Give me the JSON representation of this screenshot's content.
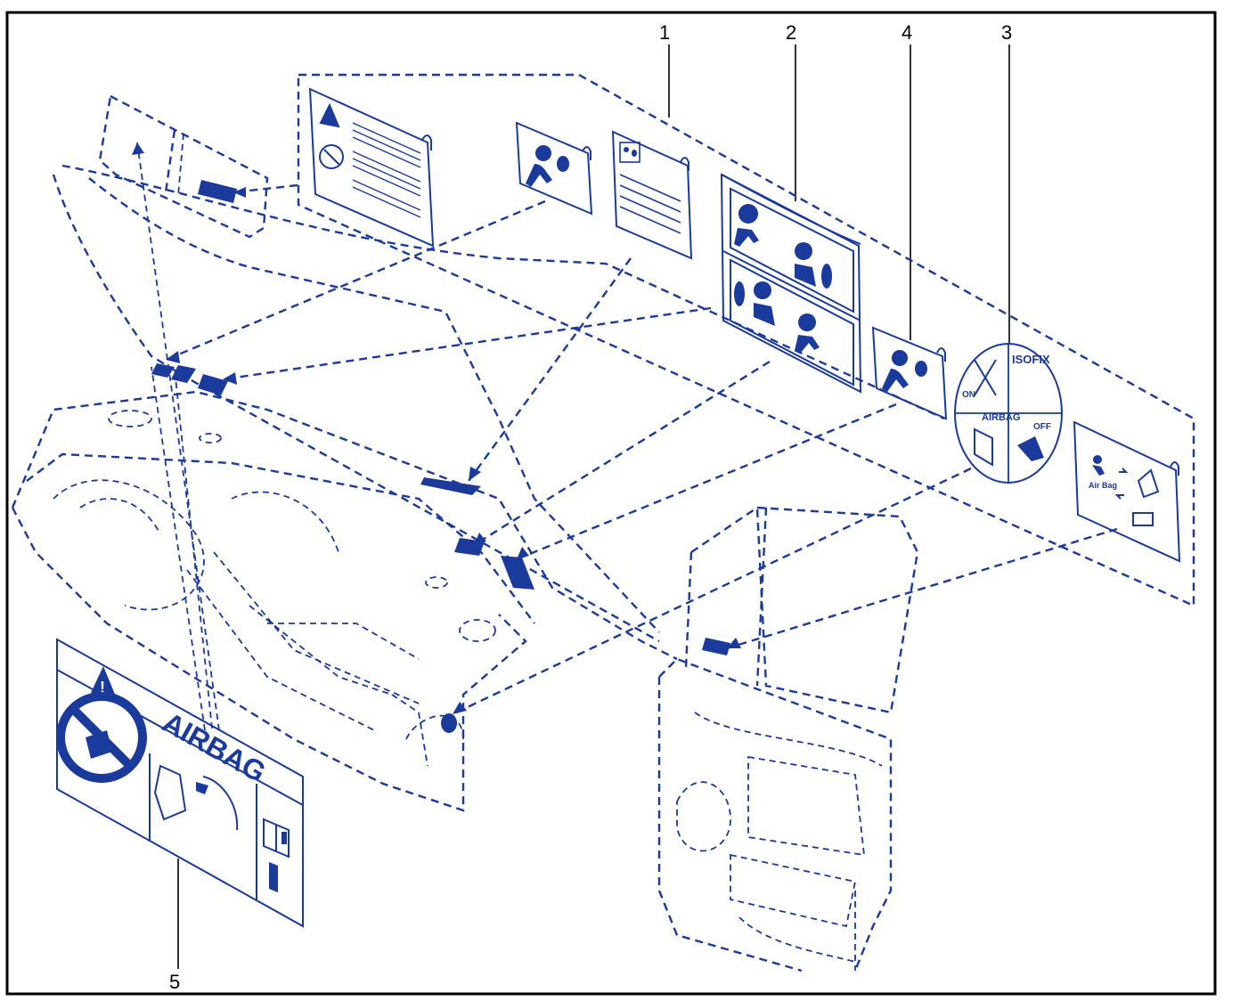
{
  "colors": {
    "line": "#1a3a9c",
    "frame": "#000000",
    "background": "#ffffff"
  },
  "callouts": [
    {
      "number": "1"
    },
    {
      "number": "2"
    },
    {
      "number": "3"
    },
    {
      "number": "4"
    },
    {
      "number": "5"
    }
  ],
  "labels": {
    "airbag_large": "AIRBAG",
    "isofix": "ISOFIX",
    "airbag_small": "AIRBAG",
    "on": "ON",
    "off": "OFF",
    "air_bag_script": "Air Bag"
  },
  "icons": [
    "warning-triangle-icon",
    "no-rear-facing-child-seat-icon",
    "passenger-airbag-icon",
    "seatbelt-icon",
    "manual-info-icon",
    "isofix-switch-disc-icon"
  ]
}
